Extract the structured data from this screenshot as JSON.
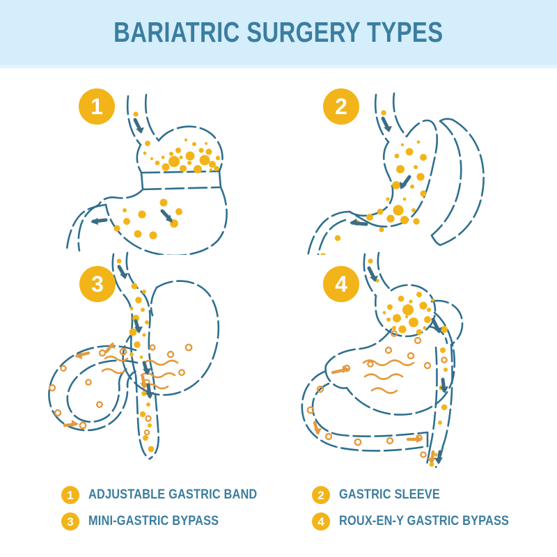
{
  "header": {
    "title": "BARIATRIC SURGERY TYPES",
    "band_color": "#d4eefc",
    "title_color": "#3b7d9f"
  },
  "palette": {
    "outline_teal": "#2e6f8e",
    "accent_yellow": "#f2b418",
    "accent_orange": "#e59a3c",
    "background": "#ffffff"
  },
  "diagrams": [
    {
      "number": "1",
      "name": "adjustable-gastric-band",
      "label": "ADJUSTABLE GASTRIC BAND",
      "description": "Stomach with adjustable band creating small upper pouch filled with food particles"
    },
    {
      "number": "2",
      "name": "gastric-sleeve",
      "label": "GASTRIC SLEEVE",
      "description": "Narrow tube-shaped stomach with resected crescent portion shown at right"
    },
    {
      "number": "3",
      "name": "mini-gastric-bypass",
      "label": "MINI-GASTRIC BYPASS",
      "description": "Long narrow gastric tube joined to a single intestinal loop, bypassed stomach behind"
    },
    {
      "number": "4",
      "name": "roux-en-y-gastric-bypass",
      "label": "ROUX-EN-Y GASTRIC BYPASS",
      "description": "Small upper pouch connected to Roux limb, bypassed stomach with digestive juices"
    }
  ],
  "legend": {
    "items": [
      {
        "number": "1",
        "label": "ADJUSTABLE GASTRIC BAND"
      },
      {
        "number": "2",
        "label": "GASTRIC SLEEVE"
      },
      {
        "number": "3",
        "label": "MINI-GASTRIC BYPASS"
      },
      {
        "number": "4",
        "label": "ROUX-EN-Y GASTRIC BYPASS"
      }
    ]
  }
}
